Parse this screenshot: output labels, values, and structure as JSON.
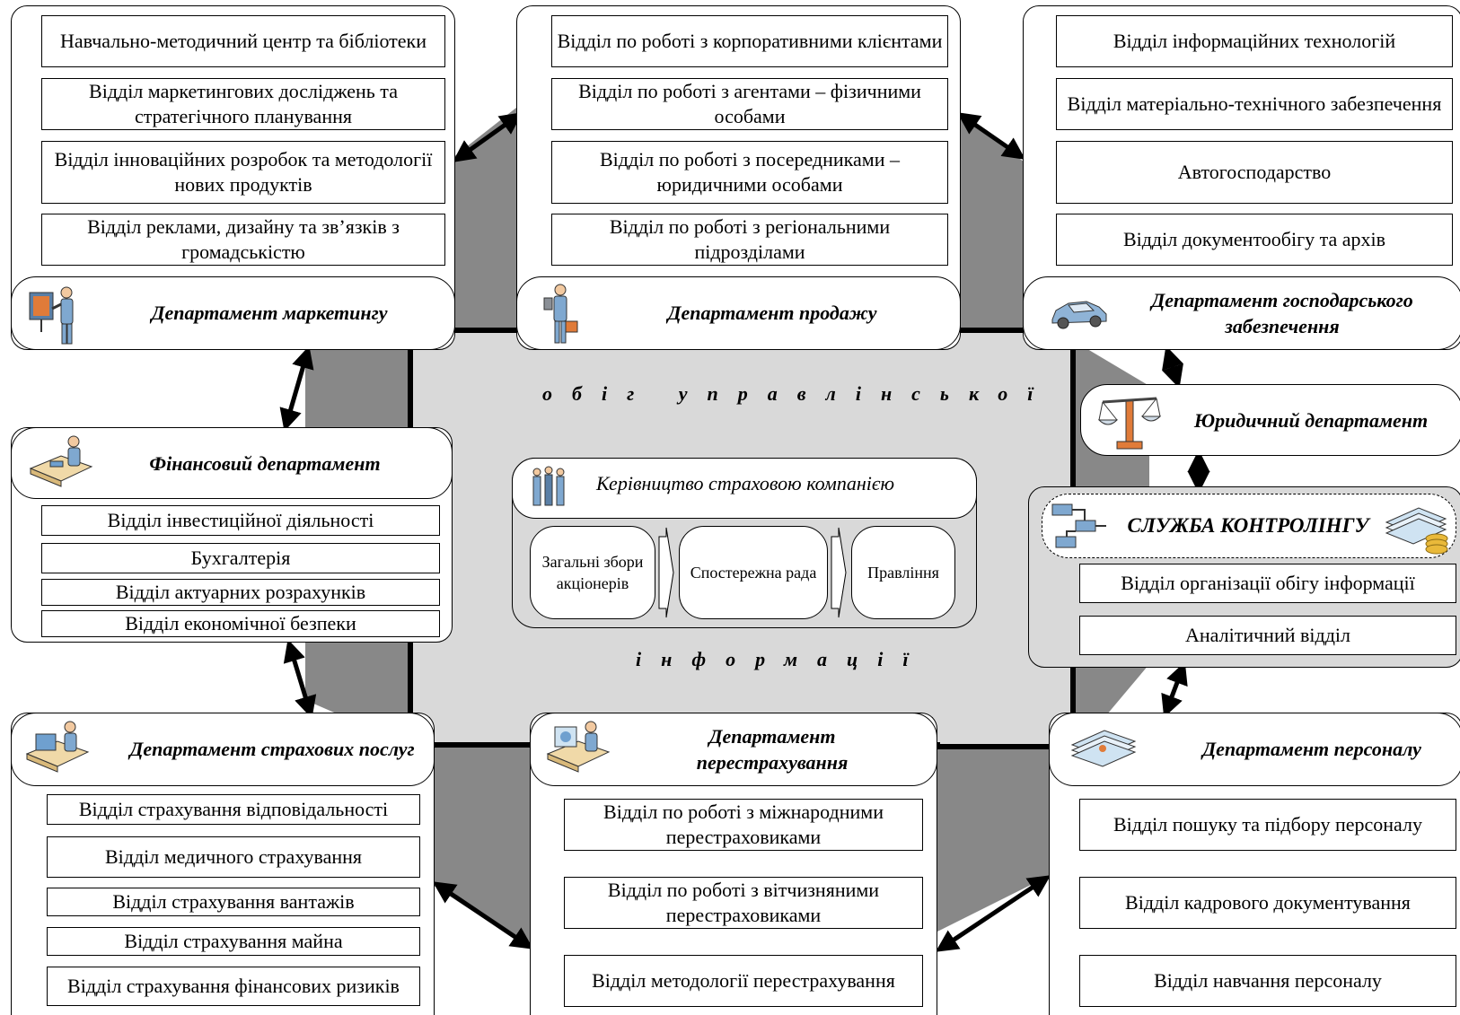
{
  "flow": {
    "line1": "обіг управлінської",
    "line2": "інформації"
  },
  "management": {
    "title": "Керівництво страховою компанією",
    "bodies": [
      "Загальні збори акціонерів",
      "Спостережна рада",
      "Правління"
    ]
  },
  "departments": {
    "marketing": {
      "title": "Департамент маркетингу",
      "units": [
        "Навчально-методичний центр та бібліотеки",
        "Відділ маркетингових досліджень та стратегічного планування",
        "Відділ інноваційних розробок та методології нових продуктів",
        "Відділ реклами, дизайну та зв’язків з громадськістю"
      ]
    },
    "sales": {
      "title": "Департамент продажу",
      "units": [
        "Відділ по роботі з корпоративними клієнтами",
        "Відділ по роботі з агентами – фізичними особами",
        "Відділ по роботі з посередниками – юридичними особами",
        "Відділ по роботі з регіональними підрозділами"
      ]
    },
    "economic": {
      "title": "Департамент господарського забезпечення",
      "units": [
        "Відділ інформаційних технологій",
        "Відділ матеріально-технічного забезпечення",
        "Автогосподарство",
        "Відділ документообігу та архів"
      ]
    },
    "legal": {
      "title": "Юридичний департамент"
    },
    "controlling": {
      "title": "СЛУЖБА КОНТРОЛІНГУ",
      "units": [
        "Відділ організації обігу інформації",
        "Аналітичний відділ"
      ]
    },
    "finance": {
      "title": "Фінансовий департамент",
      "units": [
        "Відділ інвестиційної діяльності",
        "Бухгалтерія",
        "Відділ актуарних розрахунків",
        "Відділ економічної безпеки"
      ]
    },
    "insurance": {
      "title": "Департамент страхових послуг",
      "units": [
        "Відділ страхування відповідальності",
        "Відділ медичного страхування",
        "Відділ страхування вантажів",
        "Відділ страхування майна",
        "Відділ страхування фінансових ризиків"
      ]
    },
    "reinsurance": {
      "title": "Департамент перестрахування",
      "units": [
        "Відділ по роботі з міжнародними перестраховиками",
        "Відділ по роботі з вітчизняними перестраховиками",
        "Відділ методології перестрахування"
      ]
    },
    "personnel": {
      "title": "Департамент персоналу",
      "units": [
        "Відділ пошуку та підбору персоналу",
        "Відділ кадрового документування",
        "Відділ навчання персоналу"
      ]
    }
  },
  "icons": [
    "presenter-icon",
    "businessman-icon",
    "car-icon",
    "scales-icon",
    "network-icon",
    "documents-coins-icon",
    "desk-worker-icon",
    "computer-worker-icon",
    "reinsurance-worker-icon",
    "id-cards-icon",
    "executives-icon"
  ],
  "colors": {
    "flow_area": "#d9d9d9",
    "connector": "#888888",
    "line": "#000000"
  }
}
